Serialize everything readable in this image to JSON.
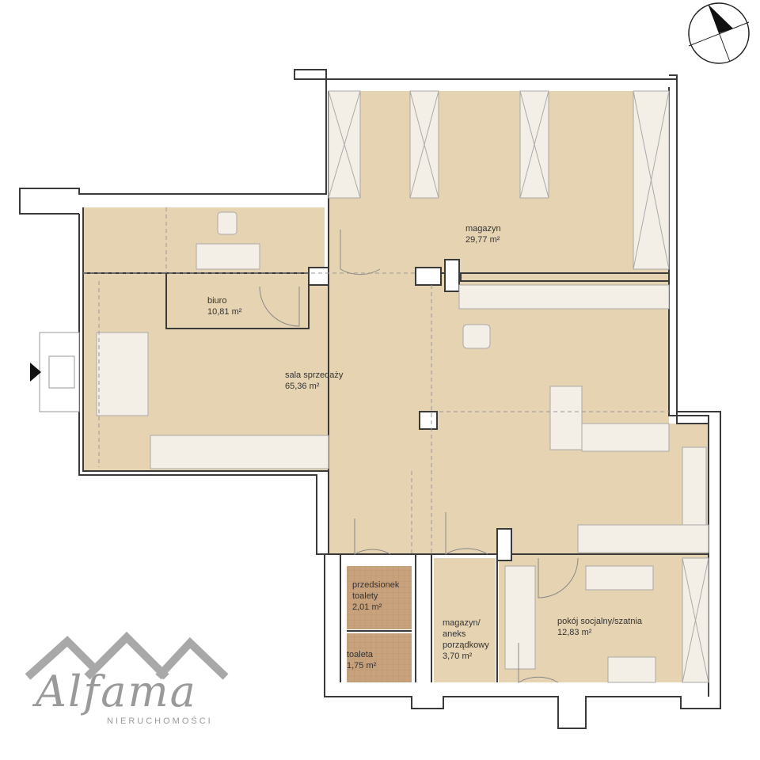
{
  "plan": {
    "rooms": [
      {
        "name": "magazyn",
        "area": "29,77 m²"
      },
      {
        "name": "biuro",
        "area": "10,81 m²"
      },
      {
        "name": "sala sprzedaży",
        "area": "65,36 m²"
      },
      {
        "name": "przedsionek toalety",
        "area": "2,01 m²"
      },
      {
        "name": "toaleta",
        "area": "1,75 m²"
      },
      {
        "name": "magazyn/ aneks porządkowy",
        "area": "3,70 m²"
      },
      {
        "name": "pokój socjalny/szatnia",
        "area": "12,83 m²"
      }
    ],
    "colors": {
      "floor": "#e6d3b2",
      "tile": "#c8a27c",
      "wall": "#3a3a3a",
      "furniture": "#f4efe6"
    }
  },
  "logo": {
    "name": "Alfama",
    "subtitle": "NIERUCHOMOŚCI"
  },
  "icons": {
    "compass": "north-arrow-icon",
    "entrance": "entrance-arrow-icon"
  }
}
